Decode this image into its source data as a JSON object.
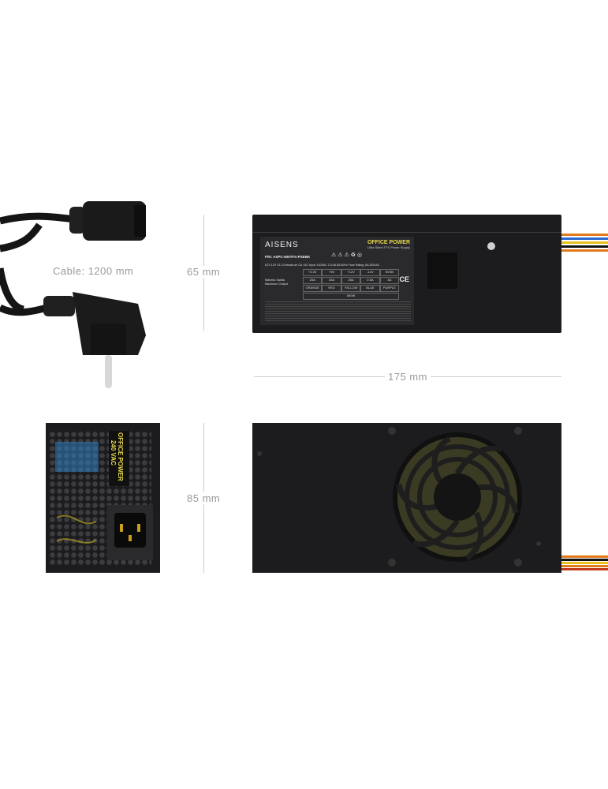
{
  "dimensions": {
    "cable_length": "Cable: 1200 mm",
    "height": "65 mm",
    "length": "175 mm",
    "width": "85 mm"
  },
  "label": {
    "brand": "AISENS",
    "product_title": "OFFICE POWER",
    "product_subtitle": "Ultra Silent TFX Power Supply",
    "part_number": "P/N: ASPC-500TFX-PSEBK",
    "specs_line": "ATX 12V V1.3   Entrada de CA / AC Input: 100VAC  2.5-5A 50-60Hz  Fuse Rating: 6A 250VAC",
    "rail_headers": [
      "+3.3V",
      "+5V",
      "+12V",
      "-12V",
      "5VSB"
    ],
    "rail_currents": [
      "25A",
      "25A",
      "25A",
      "0.5A",
      "3A"
    ],
    "rail_colors": [
      "ORANGE",
      "RED",
      "YELLOW",
      "BLUE",
      "PURPLE"
    ],
    "max_output_label": "Máxima Salida Maximum Output",
    "total_power": "500W"
  },
  "side_panel": {
    "title": "OFFICE POWER",
    "voltage": "240 VAC"
  },
  "colors": {
    "psu_body": "#1c1c1e",
    "label_accent": "#e8d84a",
    "fan_accent": "#a8a23a",
    "wire_orange": "#e07a1a",
    "wire_blue": "#2a6ad0",
    "wire_yellow": "#e8c020",
    "vent_blue": "#2e7fc0"
  }
}
